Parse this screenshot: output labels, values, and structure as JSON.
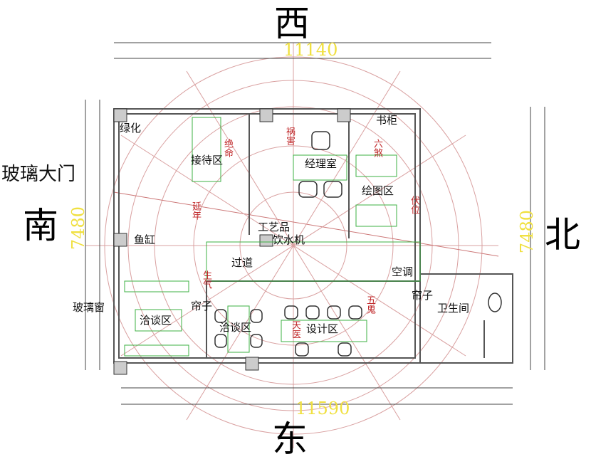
{
  "directions": {
    "west": "西",
    "south": "南",
    "north": "北",
    "east": "东"
  },
  "dimensions": {
    "top": "11140",
    "bottom": "11590",
    "left": "7480",
    "right": "7480"
  },
  "entrance": "玻璃大门",
  "rooms": {
    "greenery": "绿化",
    "reception": "接待区",
    "manager": "经理室",
    "bookcase": "书柜",
    "drawing": "绘图区",
    "fish_tank": "鱼缸",
    "craft": "工艺品",
    "water_dispenser": "饮水机",
    "corridor": "过道",
    "air_conditioner": "空调",
    "curtain_right": "帘子",
    "restroom": "卫生间",
    "curtain_left": "帘子",
    "meeting_left": "洽谈区",
    "meeting_mid": "洽谈区",
    "design": "设计区",
    "glass_window": "玻璃窗"
  },
  "fengshui": {
    "huohai": "祸害",
    "yannian": "延年",
    "fuwei": "伏位",
    "shengqi": "生气",
    "wugui": "五鬼",
    "tianyi": "天医",
    "jueming": "绝命",
    "liusha": "六煞"
  },
  "colors": {
    "wall": "#555555",
    "ring": "#d9a0a0",
    "furniture": "#3cb043",
    "dim": "#f0e040",
    "accent": "#c0282a"
  }
}
